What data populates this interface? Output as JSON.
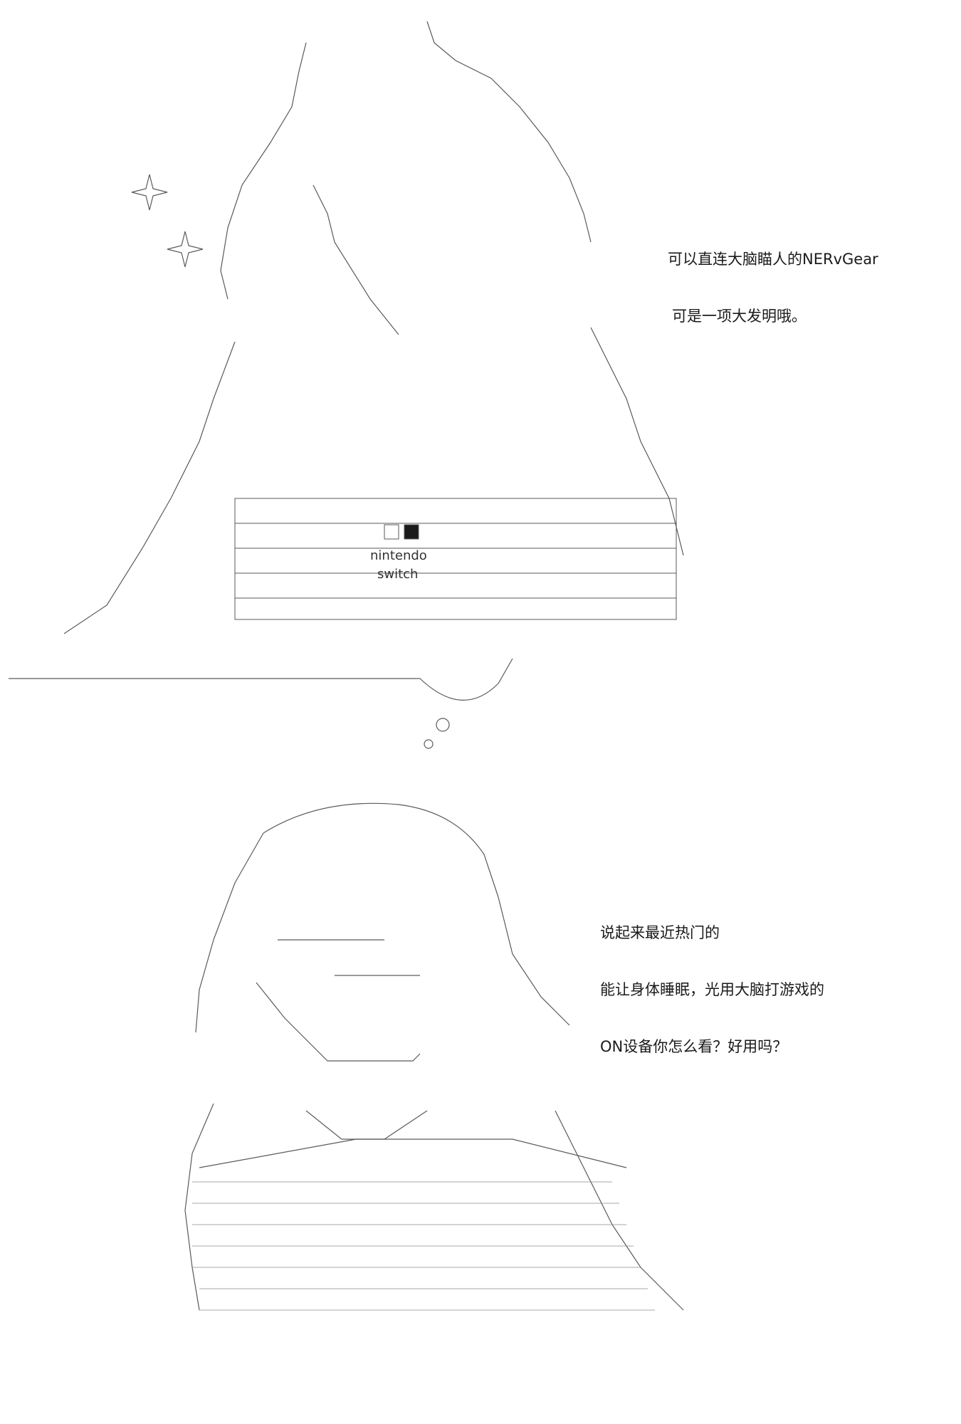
{
  "panel_top": {
    "captions": [
      "可以直连大脑瞄人的NERvGear",
      "可是一项大发明哦。"
    ],
    "art_labels": {
      "console_brand": "nintendo",
      "console_model": "switch"
    }
  },
  "panel_bottom": {
    "captions": [
      "说起来最近热门的",
      "能让身体睡眠，光用大脑打游戏的",
      "ON设备你怎么看？好用吗？"
    ]
  },
  "colors": {
    "background": "#ffffff",
    "ink": "#1a1a1a",
    "art_stroke": "#5a5a5a"
  }
}
